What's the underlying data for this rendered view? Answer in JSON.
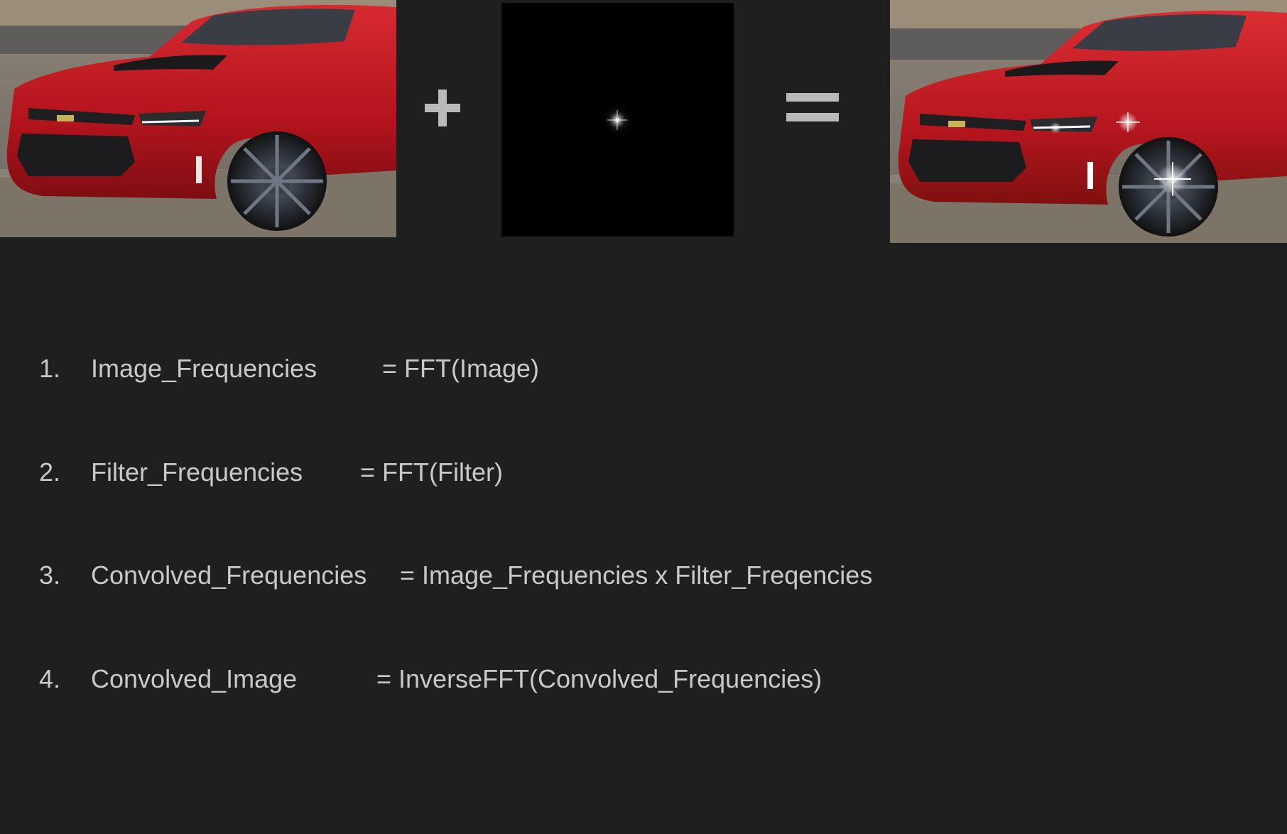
{
  "colors": {
    "background": "#1f1f1f",
    "text": "#c9c9c9",
    "operator": "#b9b9b9",
    "car_red": "#c21a23"
  },
  "images": {
    "left": "red-car-photo",
    "filter": "star-filter-kernel",
    "right": "red-car-photo-with-starburst-highlights"
  },
  "operators": {
    "plus": "+",
    "equals": "="
  },
  "steps": [
    {
      "num": "1.",
      "lhs": "Image_Frequencies",
      "rhs": "= FFT(Image)"
    },
    {
      "num": "2.",
      "lhs": "Filter_Frequencies",
      "rhs": "= FFT(Filter)"
    },
    {
      "num": "3.",
      "lhs": "Convolved_Frequencies",
      "rhs": "= Image_Frequencies x Filter_Freqencies"
    },
    {
      "num": "4.",
      "lhs": "Convolved_Image",
      "rhs": "= InverseFFT(Convolved_Frequencies)"
    }
  ]
}
